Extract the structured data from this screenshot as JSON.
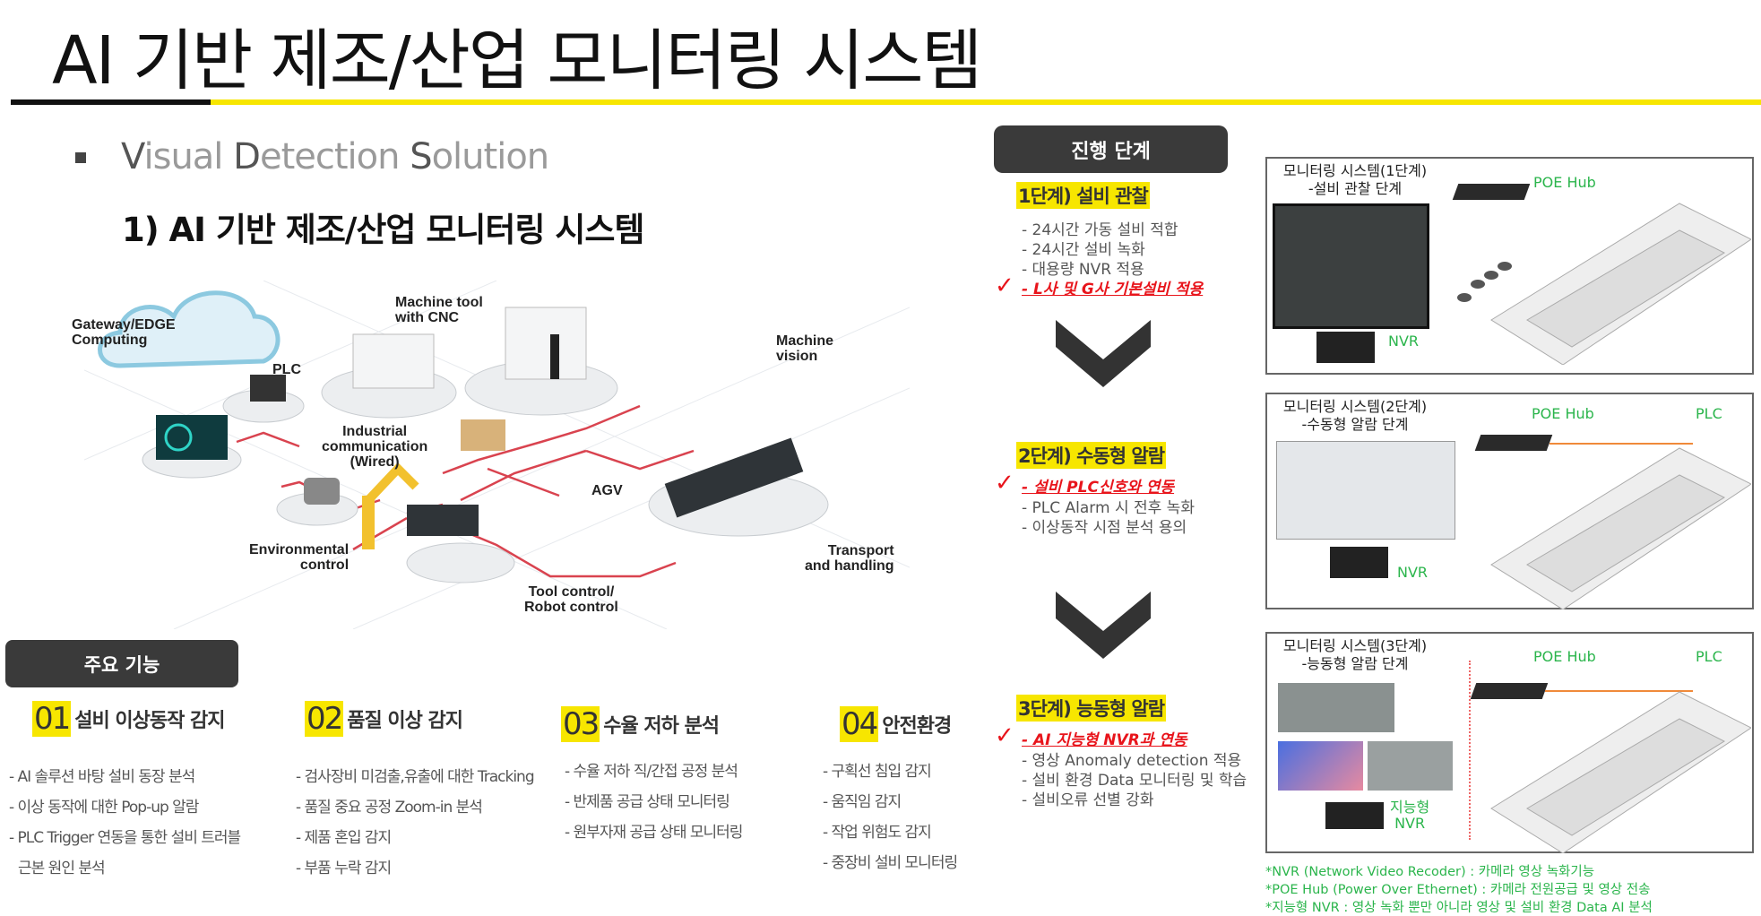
{
  "header": {
    "title": "AI 기반 제조/산업 모니터링 시스템"
  },
  "section": {
    "subtitle_parts": [
      "V",
      "isual ",
      "D",
      "etection ",
      "S",
      "olution"
    ],
    "subtitle2": "1) AI 기반 제조/산업 모니터링 시스템"
  },
  "diagram": {
    "labels": {
      "gateway": "Gateway/EDGE\nComputing",
      "plc": "PLC",
      "machine_tool": "Machine tool\nwith CNC",
      "machine_vision": "Machine\nvision",
      "industrial": "Industrial\ncommunication\n(Wired)",
      "agv": "AGV",
      "environmental": "Environmental\ncontrol",
      "tool_control": "Tool control/\nRobot control",
      "transport": "Transport\nand handling"
    }
  },
  "key_features": {
    "label": "주요 기능",
    "columns": [
      {
        "num": "01",
        "title": "설비 이상동작 감지",
        "items": [
          "- AI 솔루션 바탕 설비 동장 분석",
          "- 이상 동작에 대한 Pop-up 알람",
          "- PLC Trigger 연동을 통한 설비 트러블",
          "  근본 원인 분석"
        ]
      },
      {
        "num": "02",
        "title": "품질 이상 감지",
        "items": [
          "- 검사장비 미검출,유출에 대한 Tracking",
          "- 품질 중요 공정 Zoom-in 분석",
          "- 제품 혼입 감지",
          "- 부품 누락 감지"
        ]
      },
      {
        "num": "03",
        "title": "수율 저하 분석",
        "items": [
          "- 수율 저하 직/간접 공정 분석",
          "- 반제품 공급 상태 모니터링",
          "- 원부자재 공급 상태 모니터링"
        ]
      },
      {
        "num": "04",
        "title": "안전환경",
        "items": [
          "- 구획선 침입 감지",
          "- 움직임 감지",
          "- 작업 위험도 감지",
          "- 중장비 설비 모니터링"
        ]
      }
    ]
  },
  "stages": {
    "label": "진행 단계",
    "list": [
      {
        "title": "1단계) 설비 관찰",
        "items": [
          "- 24시간 가동 설비 적합",
          "- 24시간 설비 녹화",
          "- 대용량 NVR 적용"
        ],
        "highlight": "- L사 및 G사 기본설비 적용"
      },
      {
        "title": "2단계) 수동형 알람",
        "highlight": "- 설비 PLC신호와 연동",
        "items": [
          "- PLC Alarm 시 전후 녹화",
          "- 이상동작 시점 분석 용의"
        ]
      },
      {
        "title": "3단계) 능동형 알람",
        "highlight": "- AI 지능형 NVR과 연동",
        "items": [
          "- 영상 Anomaly detection 적용",
          "- 설비 환경 Data 모니터링 및 학습",
          "- 설비오류 선별 강화"
        ]
      }
    ]
  },
  "panels": [
    {
      "title": "모니터링 시스템(1단계)\n-설비 관찰 단계",
      "hub": "POE Hub",
      "nvr": "NVR"
    },
    {
      "title": "모니터링 시스템(2단계)\n-수동형 알람 단계",
      "hub": "POE Hub",
      "plc": "PLC",
      "nvr": "NVR"
    },
    {
      "title": "모니터링 시스템(3단계)\n-능동형 알람 단계",
      "hub": "POE Hub",
      "plc": "PLC",
      "nvr": "지능형\nNVR"
    }
  ],
  "notes": [
    "*NVR (Network Video Recoder) : 카메라 영상 녹화기능",
    "*POE Hub (Power Over Ethernet) : 카메라 전원공급 및 영상 전송",
    "*지능형 NVR : 영상 녹화 뿐만 아니라 영상 및 설비 환경 Data AI 분석"
  ],
  "colors": {
    "accent_yellow": "#f7e600",
    "dark": "#3a3a3a",
    "red": "#e8141b",
    "green": "#2bb54c"
  }
}
